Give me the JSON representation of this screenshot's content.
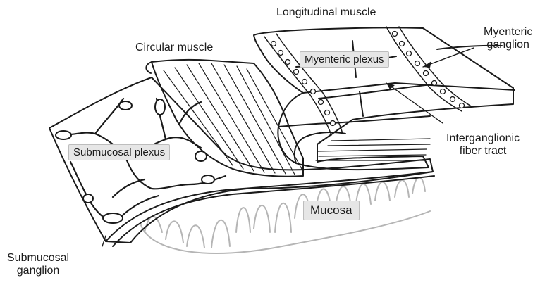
{
  "labels": {
    "longitudinal_muscle": "Longitudinal muscle",
    "circular_muscle": "Circular muscle",
    "myenteric_ganglion": [
      "Myenteric",
      "ganglion"
    ],
    "myenteric_plexus": "Myenteric plexus",
    "interganglionic": [
      "Interganglionic",
      "fiber tract"
    ],
    "submucosal_plexus": "Submucosal plexus",
    "mucosa": "Mucosa",
    "submucosal_ganglion": [
      "Submucosal",
      "ganglion"
    ]
  },
  "colors": {
    "ink": "#1a1a1a",
    "label_box": "#e6e6e6",
    "mucosa_ink": "#b5b5b5"
  }
}
